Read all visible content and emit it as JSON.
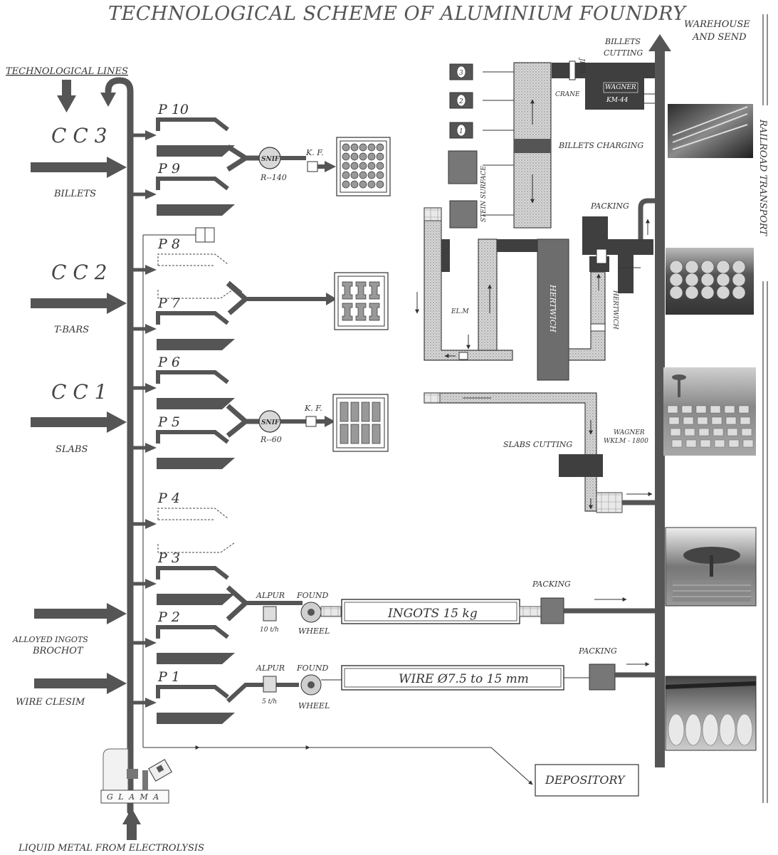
{
  "title": "TECHNOLOGICAL SCHEME OF ALUMINIUM FOUNDRY",
  "left": {
    "technological_lines": "TECHNOLOGICAL  LINES",
    "cc3": "C C 3",
    "billets": "BILLETS",
    "cc2": "C C 2",
    "tbars": "T-BARS",
    "cc1": "C C 1",
    "slabs": "SLABS",
    "alloyed_ingots": "ALLOYED INGOTS",
    "brochot": "BROCHOT",
    "wire_clesim": "WIRE  CLESIM",
    "glama": "G L A M A",
    "liquid_metal": "LIQUID METAL FROM ELECTROLYSIS"
  },
  "lines": {
    "p10": "P 10",
    "p9": "P 9",
    "p8": "P 8",
    "p7": "P 7",
    "p6": "P 6",
    "p5": "P 5",
    "p4": "P 4",
    "p3": "P 3",
    "p2": "P 2",
    "p1": "P 1"
  },
  "equipment": {
    "snif": "SNIF",
    "r140": "R--140",
    "r60": "R--60",
    "kf": "K. F.",
    "alpur": "ALPUR",
    "found": "FOUND",
    "wheel": "WHEEL",
    "rate10": "10 t/h",
    "rate5": "5 t/h",
    "ingots": "INGOTS 15 kg",
    "wire": "WIRE Ø7.5 to 15 mm",
    "packing": "PACKING",
    "depository": "DEPOSITORY"
  },
  "right": {
    "warehouse": "WAREHOUSE",
    "and_send": "AND SEND",
    "railroad": "RAILROAD TRANSPORT",
    "billets_cutting_1": "BILLETS",
    "billets_cutting_2": "CUTTING",
    "jepa": "JEPA",
    "crane": "CRANE",
    "wagner": "WAGNER",
    "km44": "KM-44",
    "billets_charging": "BILLETS CHARGING",
    "stein_surface": "STEIN SURFACE",
    "packing": "PACKING",
    "elm": "EL.M",
    "hertwich": "HERTWICH",
    "slabs_cutting": "SLABS CUTTING",
    "wagner2": "WAGNER",
    "wklm": "WKLM - 1800",
    "furnace_3": "3",
    "furnace_2": "2",
    "furnace_1": "1"
  }
}
